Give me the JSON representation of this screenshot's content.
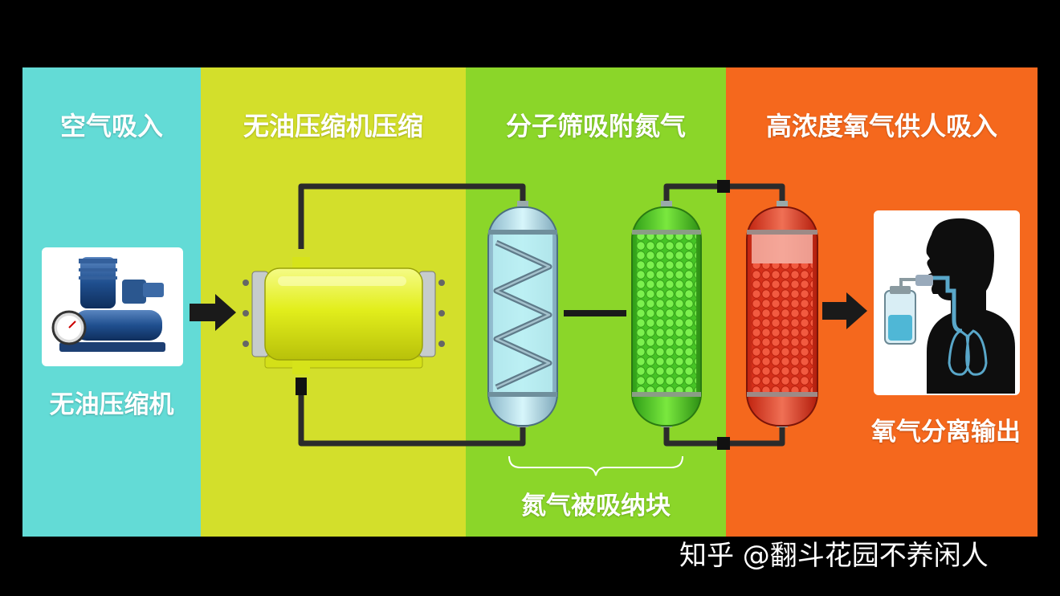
{
  "stages": [
    {
      "title": "空气吸入",
      "color": "#63dbd6"
    },
    {
      "title": "无油压缩机压缩",
      "color": "#d3df2b"
    },
    {
      "title": "分子筛吸附氮气",
      "color": "#8bd629"
    },
    {
      "title": "高浓度氧气供人吸入",
      "color": "#f5681d"
    }
  ],
  "labels": {
    "compressor": "无油压缩机",
    "nitrogen_absorbed": "氮气被吸纳块",
    "oxygen_output": "氧气分离输出"
  },
  "watermark": "知乎 @翻斗花园不养闲人",
  "icons": [
    "compressor-icon",
    "arrow-right-icon",
    "compression-chamber-icon",
    "spiral-sieve-column-icon",
    "green-bead-sieve-column-icon",
    "red-oxygen-tank-icon",
    "person-breathing-icon",
    "humidifier-bottle-icon",
    "lungs-icon"
  ]
}
